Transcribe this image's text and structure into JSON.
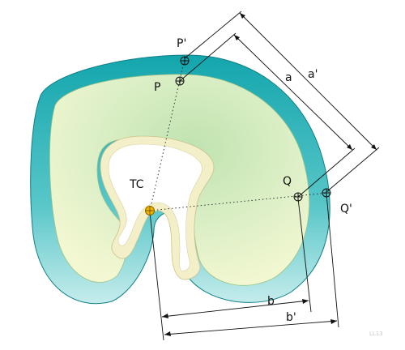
{
  "labels": {
    "p_prime": "P'",
    "p": "P",
    "a": "a",
    "a_prime": "a'",
    "tc": "TC",
    "q": "Q",
    "q_prime": "Q'",
    "b": "b",
    "b_prime": "b'",
    "watermark": "LL13"
  },
  "colors": {
    "outer_band": "#1aaeb4",
    "inner_fill": "#d9efc4",
    "hole_band": "#f3efc8",
    "center_point": "#f2b400",
    "ink": "#111111"
  }
}
